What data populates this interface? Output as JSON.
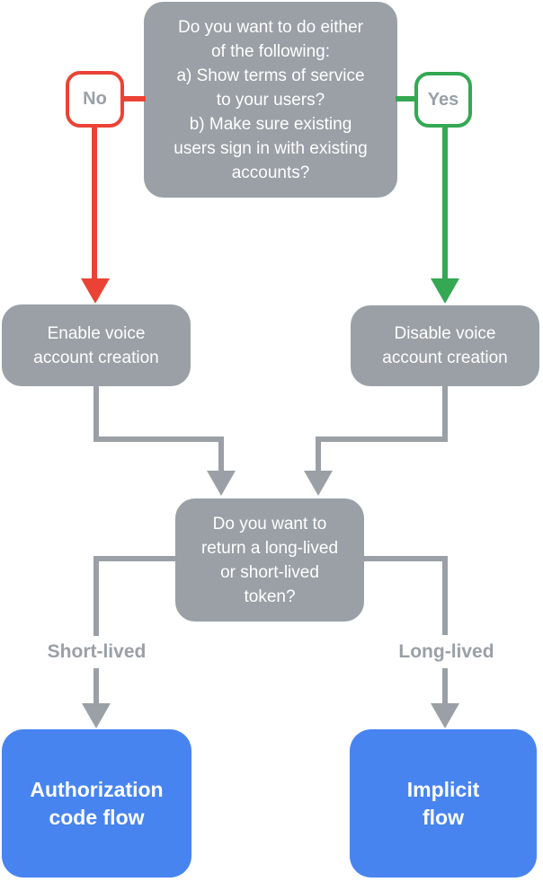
{
  "diagram": {
    "top_question": {
      "text": "Do you want to do either\nof the following:\na) Show terms of service\nto your users?\nb) Make sure existing\nusers sign in with existing\naccounts?"
    },
    "no_badge": {
      "label": "No"
    },
    "yes_badge": {
      "label": "Yes"
    },
    "enable_box": {
      "text": "Enable voice\naccount creation"
    },
    "disable_box": {
      "text": "Disable voice\naccount creation"
    },
    "token_question": {
      "text": "Do you want to\nreturn a long-lived\nor short-lived\ntoken?"
    },
    "short_lived_label": {
      "text": "Short-lived"
    },
    "long_lived_label": {
      "text": "Long-lived"
    },
    "auth_code_box": {
      "text": "Authorization\ncode flow"
    },
    "implicit_box": {
      "text": "Implicit\nflow"
    },
    "colors": {
      "node_gray": "#9AA0A6",
      "no_red": "#EA4335",
      "yes_green": "#34A853",
      "result_blue": "#4784F0",
      "label_text_gray": "#9AA0A6",
      "node_text": "#FFFFFF",
      "background": "#FFFFFF"
    }
  }
}
